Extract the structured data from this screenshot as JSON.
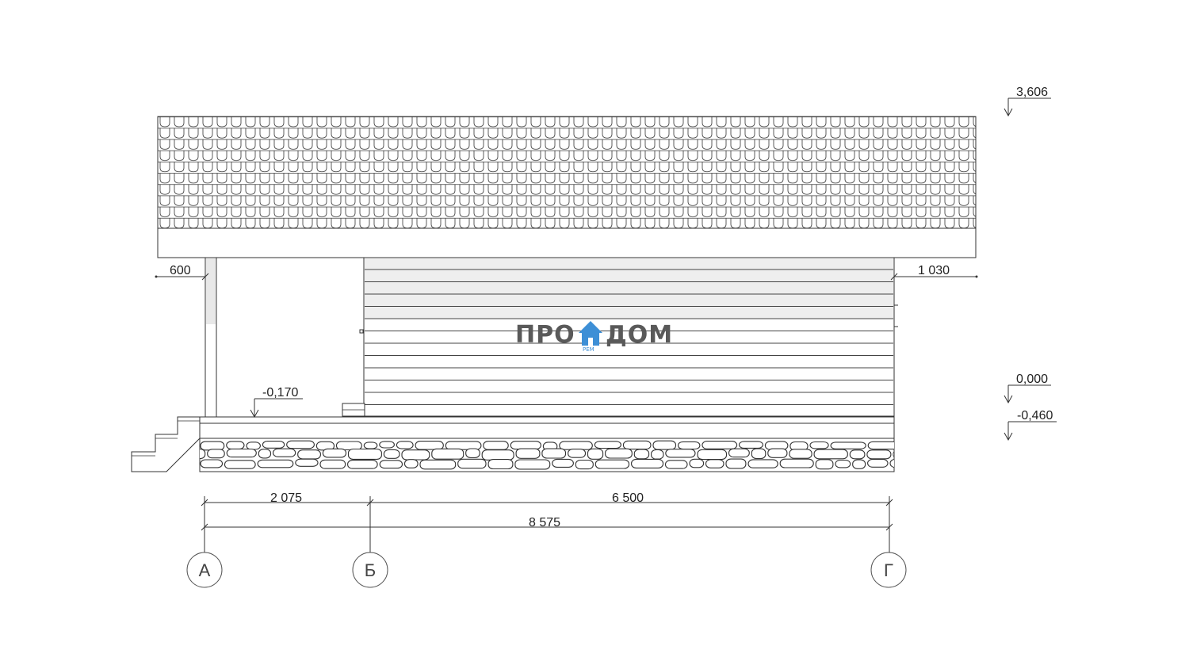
{
  "logo": {
    "left_text": "ПРО",
    "right_text": "ДОМ",
    "sub_text": "РЕМ",
    "accent_color": "#3d8fd6",
    "text_color": "#595959"
  },
  "levels": {
    "ridge": "3,606",
    "floor": "0,000",
    "ground": "-0,460",
    "porch": "-0,170"
  },
  "overhangs": {
    "left": "600",
    "right": "1 030"
  },
  "dimensions": {
    "span_ab": "2 075",
    "span_bg": "6 500",
    "total": "8 575"
  },
  "axes": [
    "А",
    "Б",
    "Г"
  ]
}
